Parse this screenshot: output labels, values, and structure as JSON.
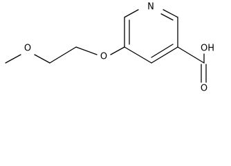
{
  "structure": {
    "atoms": {
      "ring_nitrogen": "N",
      "ether_oxygen_left": "O",
      "ether_oxygen_right": "O",
      "hydroxyl": "OH",
      "carbonyl_oxygen": "O"
    },
    "colors": {
      "bond": "#000000",
      "label": "#000000",
      "background": "#ffffff"
    }
  }
}
